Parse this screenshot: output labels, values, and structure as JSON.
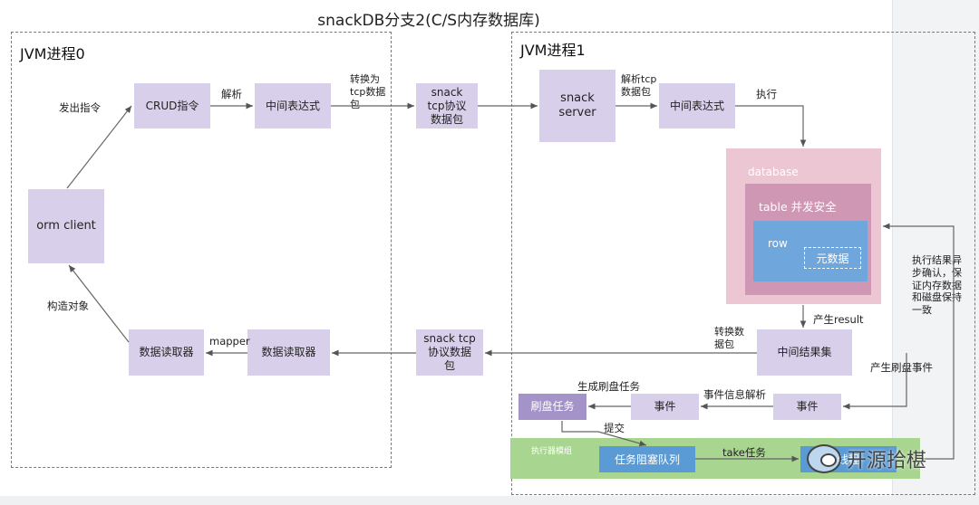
{
  "title": "snackDB分支2(C/S内存数据库)",
  "processes": {
    "p0": "JVM进程0",
    "p1": "JVM进程1"
  },
  "boxes": {
    "orm_client": "orm  client",
    "crud": "CRUD指令",
    "mid_expr_left": "中间表达式",
    "tcp_pkt_out": "snack\ntcp协议\n数据包",
    "snack_server": "snack\nserver",
    "mid_expr_right": "中间表达式",
    "reader_right": "数据读取器",
    "reader_left": "数据读取器",
    "tcp_pkt_in": "snack tcp\n协议数据\n包",
    "mid_result": "中间结果集",
    "event_right": "事件",
    "event_mid": "事件",
    "flush_task": "刷盘任务"
  },
  "database": {
    "db": "database",
    "table": "table 并发安全",
    "row": "row",
    "meta": "元数据"
  },
  "executor": {
    "label": "执行器模组",
    "queue": "任务阻塞队列",
    "take": "take任务",
    "thread": "线程"
  },
  "labels": {
    "send_cmd": "发出指令",
    "parse": "解析",
    "to_tcp": "转换为\ntcp数据\n包",
    "parse_tcp": "解析tcp\n数据包",
    "execute": "执行",
    "produce_result": "产生result",
    "to_packet": "转换数\n据包",
    "async_confirm": "执行结果异\n步确认，保\n证内存数据\n和磁盘保持\n一致",
    "flush_event": "产生刷盘事件",
    "event_parse": "事件信息解析",
    "gen_flush": "生成刷盘任务",
    "submit": "提交",
    "mapper": "mapper",
    "build_obj": "构造对象"
  },
  "watermark": "开源拾椹"
}
